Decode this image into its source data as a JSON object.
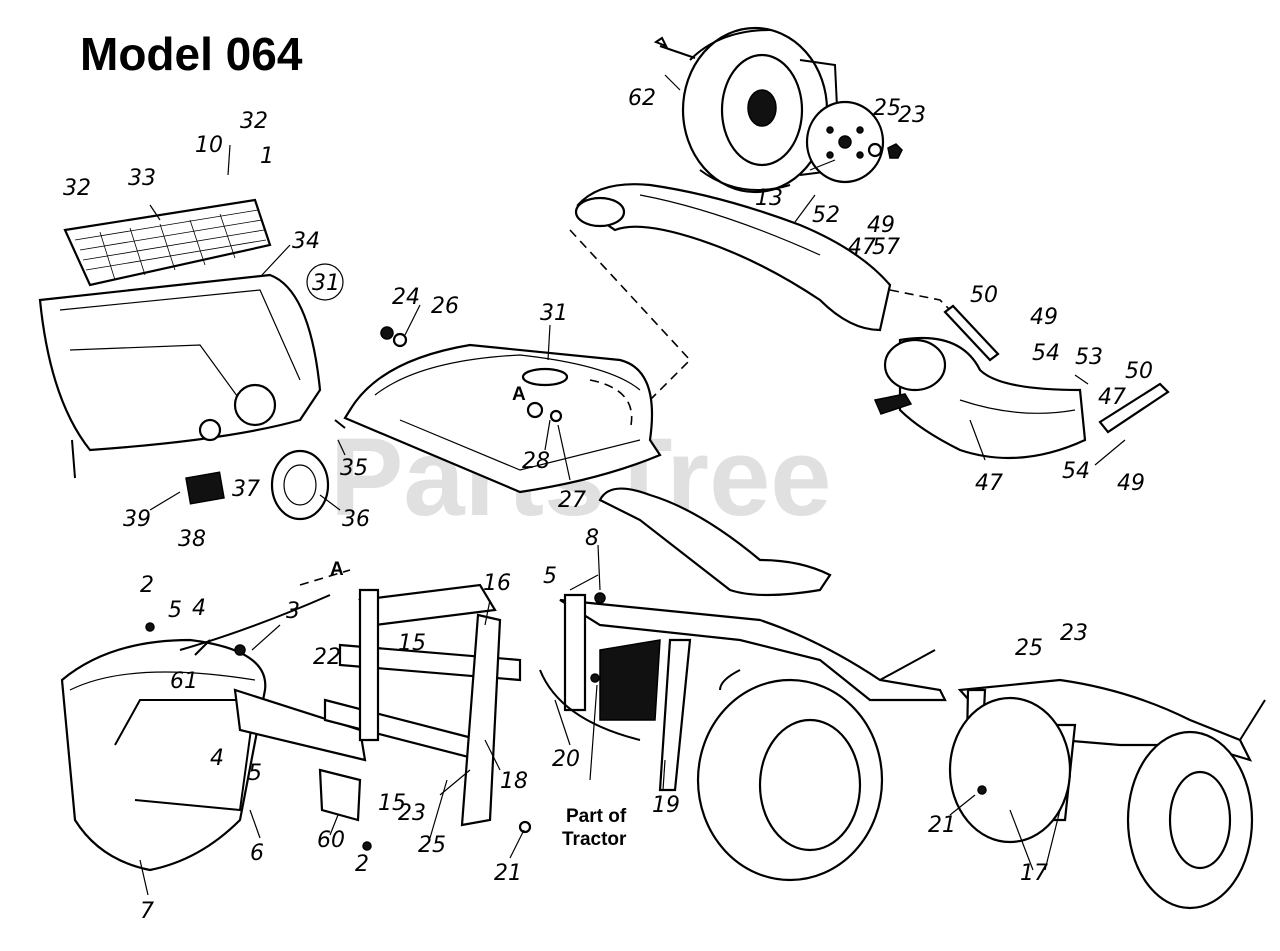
{
  "title": "Model 064",
  "watermark": "PartsTree",
  "annotations": {
    "part_of_tractor_line1": "Part of",
    "part_of_tractor_line2": "Tractor",
    "ref_a_top": "A",
    "ref_a_bottom": "A",
    "circled_31": "31"
  },
  "callouts": [
    "62",
    "25",
    "23",
    "13",
    "52",
    "49",
    "47",
    "57",
    "50",
    "49",
    "54",
    "53",
    "50",
    "47",
    "47",
    "54",
    "49",
    "32",
    "10",
    "1",
    "32",
    "33",
    "34",
    "31",
    "24",
    "26",
    "31",
    "35",
    "28",
    "27",
    "39",
    "37",
    "36",
    "38",
    "8",
    "5",
    "2",
    "5",
    "4",
    "3",
    "16",
    "61",
    "22",
    "15",
    "4",
    "5",
    "15",
    "23",
    "25",
    "18",
    "20",
    "19",
    "6",
    "60",
    "2",
    "21",
    "7",
    "25",
    "23",
    "21",
    "17"
  ]
}
